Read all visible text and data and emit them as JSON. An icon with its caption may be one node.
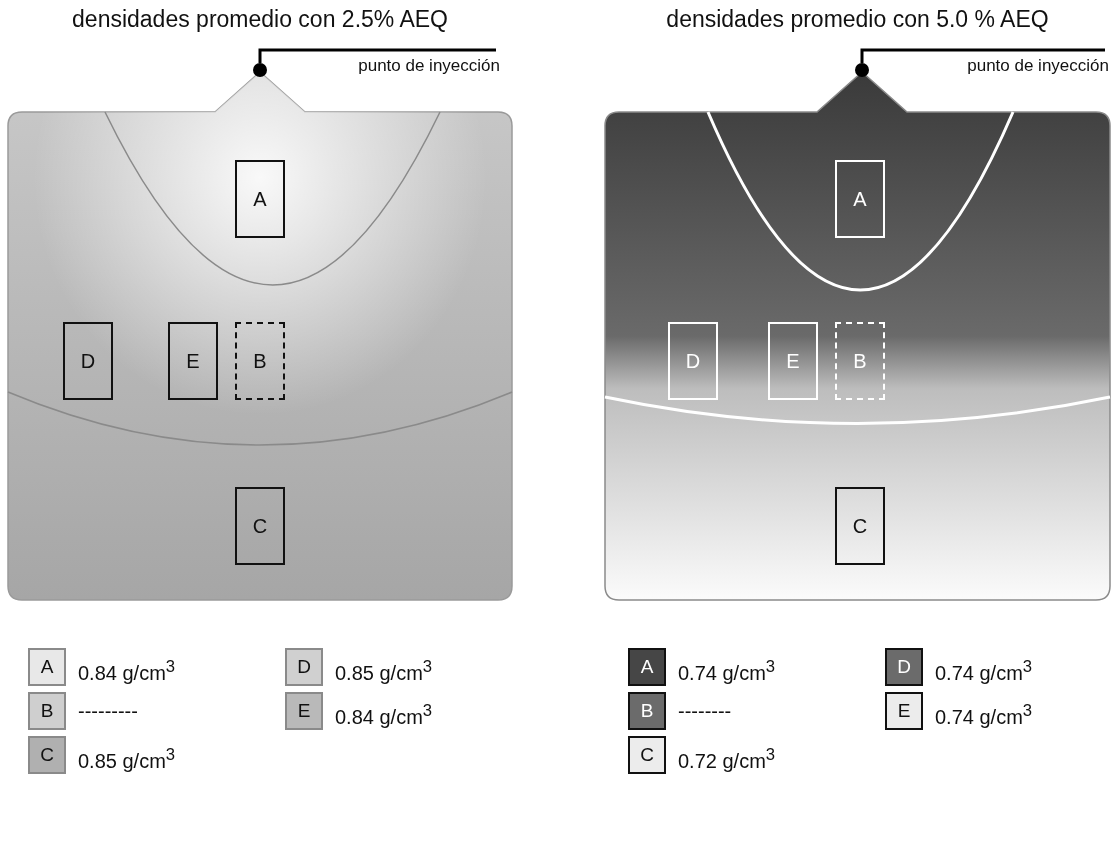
{
  "diagram": {
    "nodes": [
      {
        "text": [
          "densidades promedio con 2.5% AEQ"
        ]
      },
      {
        "text": [
          "punto de inyección"
        ]
      },
      {
        "text": [],
        "shape": "circle"
      },
      {
        "text": [
          "A"
        ],
        "in": 0
      },
      {
        "text": [
          "D"
        ],
        "in": 0
      },
      {
        "text": [
          "E"
        ],
        "in": 0
      },
      {
        "text": [
          "B"
        ],
        "in": 0
      },
      {
        "text": [
          "C"
        ],
        "in": 0
      },
      {
        "text": [
          "A"
        ],
        "beside": [
          "0.84 g/cm$^{3}$"
        ]
      },
      {
        "text": [
          "D"
        ],
        "beside": [
          "0.85 g/cm$^{3}$"
        ]
      },
      {
        "text": [
          "B"
        ],
        "beside": [
          "---------"
        ]
      },
      {
        "text": [
          "E"
        ],
        "beside": [
          "0.84 g/cm$^{3}$"
        ]
      },
      {
        "text": [
          "C"
        ],
        "beside": [
          "0.85 g/cm$^{3}$"
        ]
      },
      {
        "text": [
          "densidades promedio con 5.0 % AEQ"
        ]
      },
      {
        "text": [
          "punto de inyección"
        ]
      },
      {
        "text": [],
        "shape": "circle"
      },
      {
        "text": [
          "A"
        ],
        "in": 13
      },
      {
        "text": [
          "D"
        ],
        "in": 13
      },
      {
        "text": [
          "E"
        ],
        "in": 13
      },
      {
        "text": [
          "B"
        ],
        "in": 13
      },
      {
        "text": [
          "C"
        ],
        "in": 13
      },
      {
        "text": [
          "A"
        ],
        "beside": [
          "0.74 g/cm$^{3}$"
        ]
      },
      {
        "text": [
          "D"
        ],
        "beside": [
          "0.74 g/cm$^{3}$"
        ]
      },
      {
        "text": [
          "B"
        ],
        "beside": [
          "--------"
        ]
      },
      {
        "text": [
          "E"
        ],
        "beside": [
          "0.74 g/cm$^{3}$"
        ]
      },
      {
        "text": [
          "C"
        ],
        "beside": [
          "0.72 g/cm$^{3}$"
        ]
      }
    ],
    "edges": [
      {
        "from": 1,
        "to": 2,
        "arrow": "none"
      },
      {
        "from": 14,
        "to": 15,
        "arrow": "none"
      }
    ]
  }
}
